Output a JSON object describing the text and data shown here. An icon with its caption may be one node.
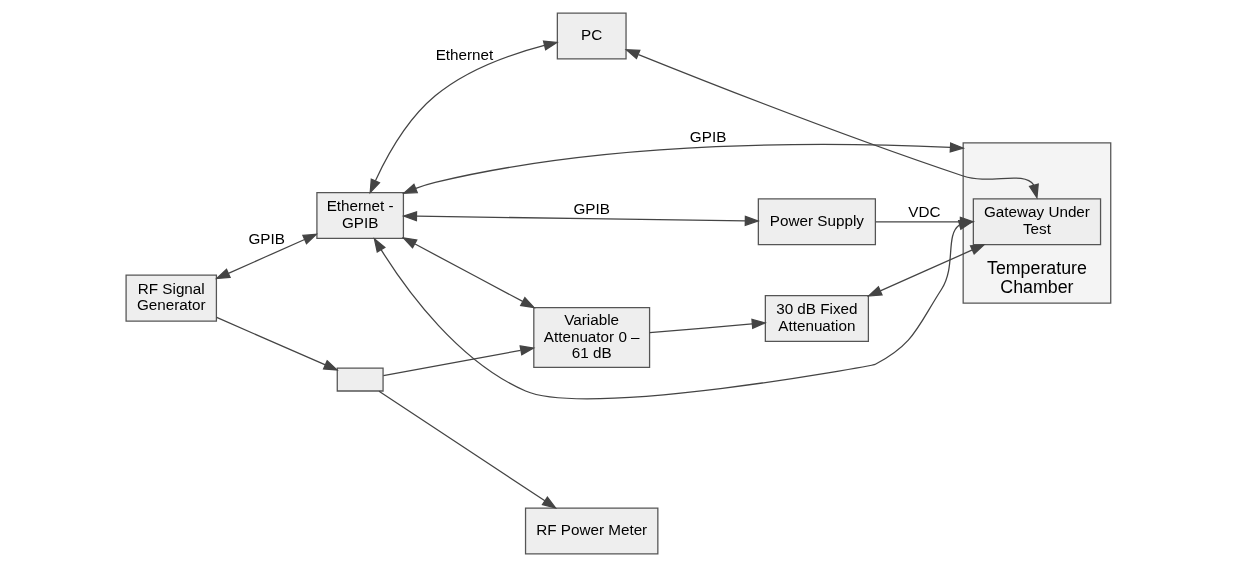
{
  "diagram": {
    "nodes": [
      {
        "text": [
          "Ethernet - GPIB"
        ]
      },
      {
        "text": [
          "PC"
        ]
      },
      {
        "text": [
          "Power Supply"
        ]
      },
      {
        "text": [
          "Temperature Chamber"
        ]
      },
      {
        "text": [
          "RF Signal Generator"
        ]
      },
      {
        "text": [],
        "shape": "box"
      },
      {
        "text": [
          "Variable Attenuator 0 – 61 dB"
        ]
      },
      {
        "text": [
          "30 dB Fixed Attenuation"
        ]
      },
      {
        "text": [
          "Gateway Under Test"
        ],
        "in": 3
      },
      {
        "text": [
          "RF Power Meter"
        ]
      }
    ],
    "edges": [
      {
        "from": 4,
        "to": 0,
        "arrow": "both",
        "label": "GPIB"
      },
      {
        "from": 0,
        "to": 1,
        "arrow": "both",
        "label": "Ethernet"
      },
      {
        "from": 8,
        "to": 0,
        "arrow": "both"
      },
      {
        "from": 8,
        "to": 1,
        "arrow": "both"
      },
      {
        "from": 0,
        "to": 3,
        "arrow": "both",
        "label": "GPIB"
      },
      {
        "from": 0,
        "to": 2,
        "arrow": "both",
        "label": "GPIB"
      },
      {
        "from": 0,
        "to": 6,
        "arrow": "both"
      },
      {
        "from": 2,
        "to": 8,
        "arrow": "to",
        "label": "VDC"
      },
      {
        "from": 4,
        "to": 5,
        "arrow": "to"
      },
      {
        "from": 5,
        "to": 6,
        "arrow": "to"
      },
      {
        "from": 5,
        "to": 9,
        "arrow": "to"
      },
      {
        "from": 6,
        "to": 7,
        "arrow": "to"
      },
      {
        "from": 7,
        "to": 8,
        "arrow": "both"
      }
    ]
  }
}
